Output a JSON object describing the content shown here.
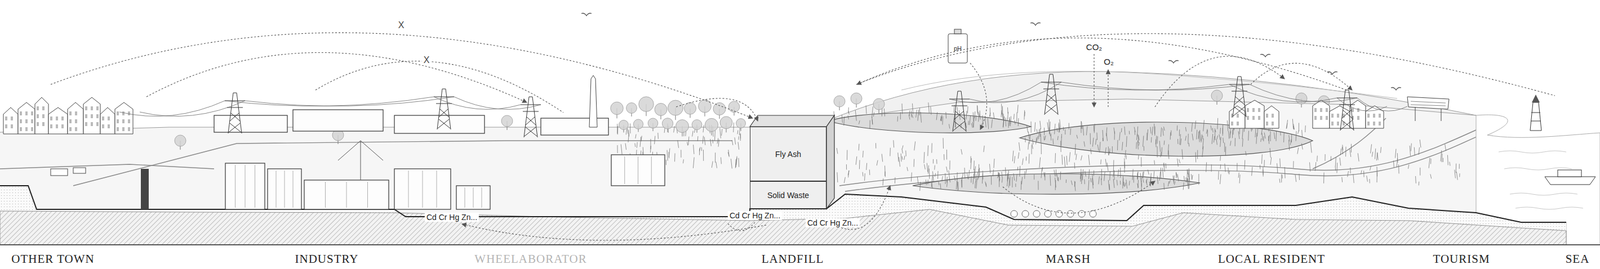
{
  "diagram": {
    "nodes": [
      {
        "text": [
          "Fly Ash"
        ]
      },
      {
        "text": [
          "Solid Waste"
        ]
      }
    ],
    "labels": [
      "X",
      "X",
      "pH",
      "CO₂",
      "O₂",
      "Cd Cr Hg Zn...",
      "Cd Cr Hg Zn...",
      "Cd Cr Hg Zn...",
      "OTHER TOWN",
      "INDUSTRY",
      "WHEELABORATOR",
      "LANDFILL",
      "MARSH",
      "LOCAL RESIDENT",
      "TOURISM",
      "SEA"
    ]
  }
}
